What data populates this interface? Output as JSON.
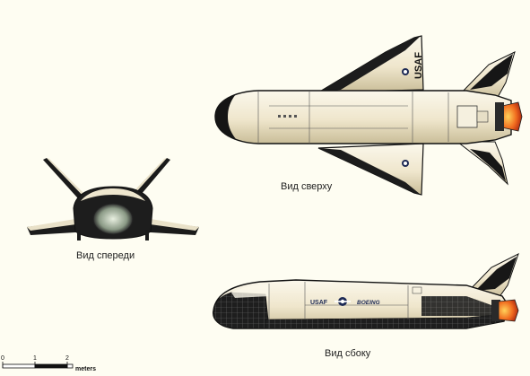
{
  "captions": {
    "front": "Вид спереди",
    "top": "Вид сверху",
    "side": "Вид сбоку"
  },
  "markings": {
    "tail": "USAF",
    "fuselage_usaf": "USAF",
    "fuselage_maker": "BOEING"
  },
  "scale": {
    "ticks": [
      "0",
      "1",
      "2"
    ],
    "unit": "meters"
  },
  "colors": {
    "background": "#fefdf2",
    "hull": "#f2ecd6",
    "tiles": "#222222",
    "exhaust": "#e8501c"
  }
}
